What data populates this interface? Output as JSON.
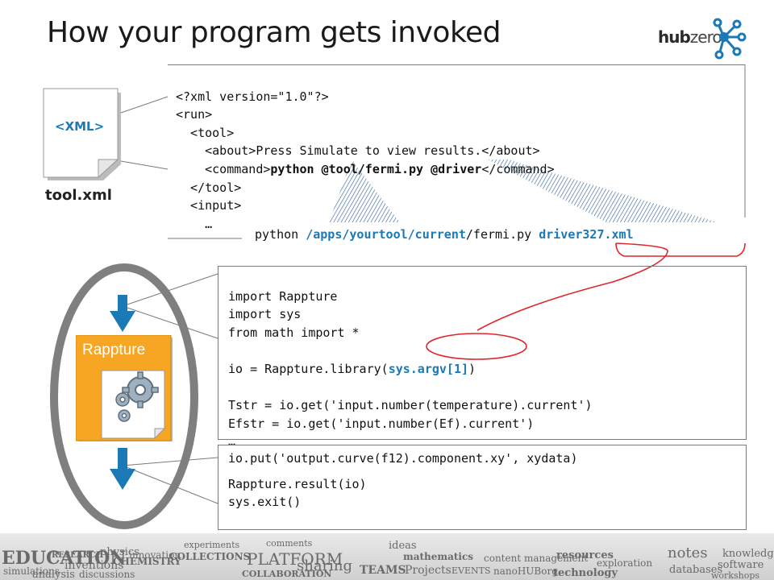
{
  "slide": {
    "title": "How your program gets invoked",
    "logo": {
      "text_bold": "hub",
      "text_light": "zero"
    },
    "doc_icon": {
      "label": "<XML>",
      "caption": "tool.xml"
    },
    "rappture_label": "Rappture"
  },
  "xml_lines": [
    "<?xml version=\"1.0\"?>",
    "<run>",
    "  <tool>",
    "    <about>Press Simulate to view results.</about>"
  ],
  "xml_command": {
    "open": "    <command>",
    "value": "python @tool/fermi.py @driver",
    "close": "</command>"
  },
  "xml_lines_after": [
    "  </tool>",
    "  <input>",
    "    …"
  ],
  "command_line": {
    "prefix": "python ",
    "path": "/apps/yourtool/current",
    "suffix": "/fermi.py ",
    "driver": "driver327.xml"
  },
  "script_lines": {
    "l1": "import Rappture",
    "l2": "import sys",
    "l3": "from math import *",
    "io_prefix": "io = Rappture.library(",
    "io_arg": "sys.argv[1]",
    "io_suffix": ")",
    "l5": "Tstr = io.get('input.number(temperature).current')",
    "l6": "Efstr = io.get('input.number(Ef).current')",
    "l7": "…"
  },
  "output_lines": {
    "l1": "io.put('output.curve(f12).component.xy', xydata)",
    "l2": "Rappture.result(io)",
    "l3": "sys.exit()"
  },
  "footer_words": {
    "w1": "EDUCATION",
    "w2": "simulations",
    "w3": "analysis",
    "w4": "inventions",
    "w5": "CHEMISTRY",
    "w6": "physics",
    "w7": "innovation",
    "w8": "COLLECTIONS",
    "w9": "discussions",
    "w10": "experiments",
    "w11": "PLATFORM",
    "w12": "sharing",
    "w13": "COLLABORATION",
    "w14": "TEAMS",
    "w15": "mathematics",
    "w16": "Projects",
    "w17": "EVENTS",
    "w18": "content management",
    "w19": "resources",
    "w20": "nanoHUBorg",
    "w21": "technology",
    "w22": "exploration",
    "w23": "notes",
    "w24": "databases",
    "w25": "knowledge",
    "w26": "software",
    "w27": "workshops",
    "w28": "RESEARCH",
    "w29": "ideas",
    "w30": "comments"
  },
  "colors": {
    "accent_blue": "#1b79b5",
    "rappture_orange": "#f6a623",
    "connector_red": "#e0262b",
    "ellipse_gray": "#7f7f7f"
  }
}
